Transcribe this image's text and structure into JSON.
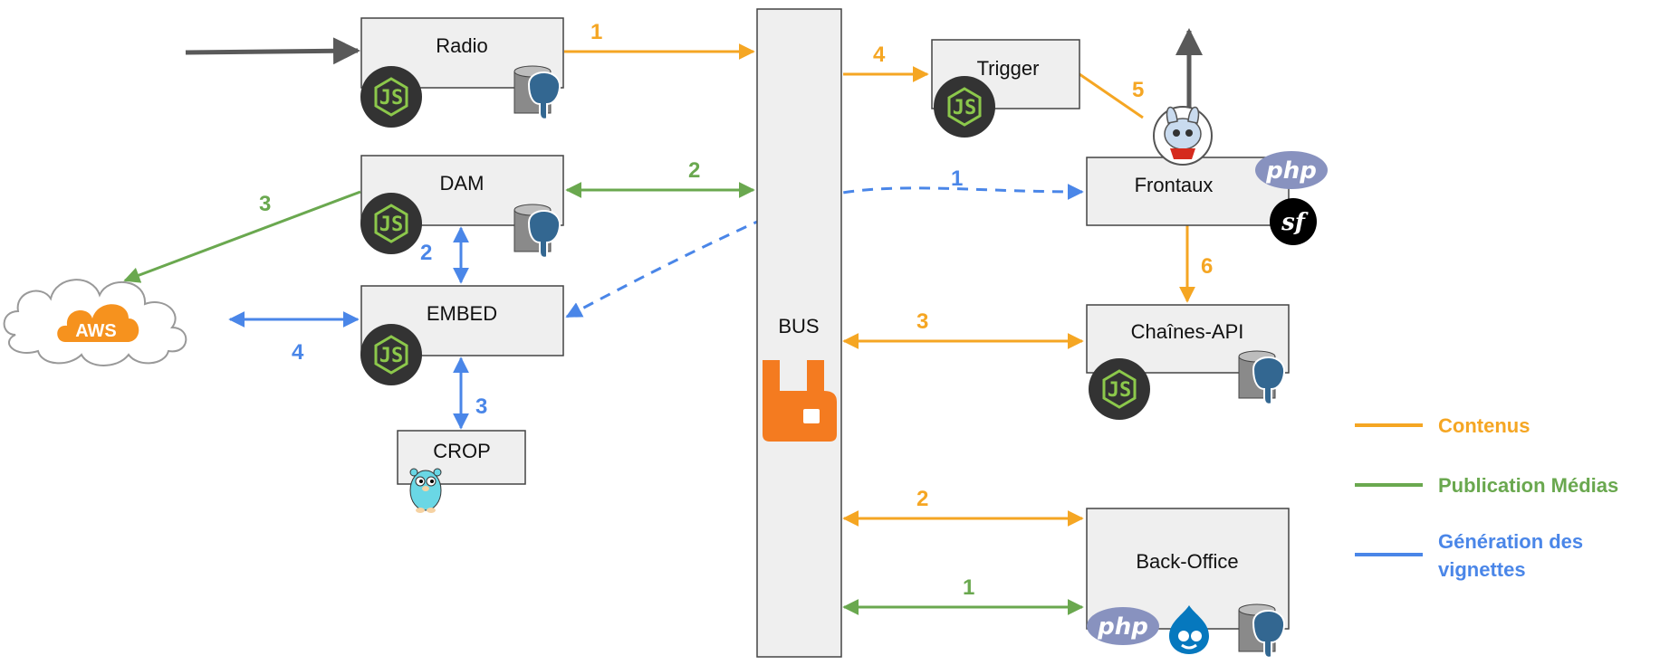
{
  "colors": {
    "contenus": "#f5a623",
    "publication": "#6aa84f",
    "generation": "#4a86e8",
    "input_arrow": "#595959",
    "bus_box": "#efefef",
    "node": "#333333",
    "node_green": "#8cc84b",
    "rabbitmq": "#f47b20",
    "aws": "#f6921e",
    "php": "#8892bf"
  },
  "nodes": {
    "radio": "Radio",
    "dam": "DAM",
    "embed": "EMBED",
    "crop": "CROP",
    "bus": "BUS",
    "trigger": "Trigger",
    "frontaux": "Frontaux",
    "chaines_api": "Chaînes-API",
    "back_office": "Back-Office"
  },
  "logos": {
    "aws": "AWS",
    "php": "php",
    "nodejs": "JS",
    "symfony": "sf"
  },
  "edge_labels": {
    "radio_bus": "1",
    "bus_trigger": "4",
    "trigger_frontaux": "5",
    "dam_bus": "2",
    "dam_aws": "3",
    "bus_embed": "1",
    "dam_embed": "2",
    "embed_aws": "4",
    "embed_crop": "3",
    "frontaux_chaines": "6",
    "bus_chaines": "3",
    "bus_backoffice_contenus": "2",
    "bus_backoffice_publication": "1"
  },
  "legend": [
    {
      "label": "Contenus",
      "color": "#f5a623"
    },
    {
      "label": "Publication Médias",
      "color": "#6aa84f"
    },
    {
      "label": "Génération des",
      "label2": "vignettes",
      "color": "#4a86e8"
    }
  ],
  "icons": [
    "nodejs-icon",
    "postgresql-icon",
    "rabbitmq-icon",
    "aws-cloud-icon",
    "go-gopher-icon",
    "php-icon",
    "symfony-icon",
    "drupal-icon",
    "api-platform-spider-icon"
  ]
}
